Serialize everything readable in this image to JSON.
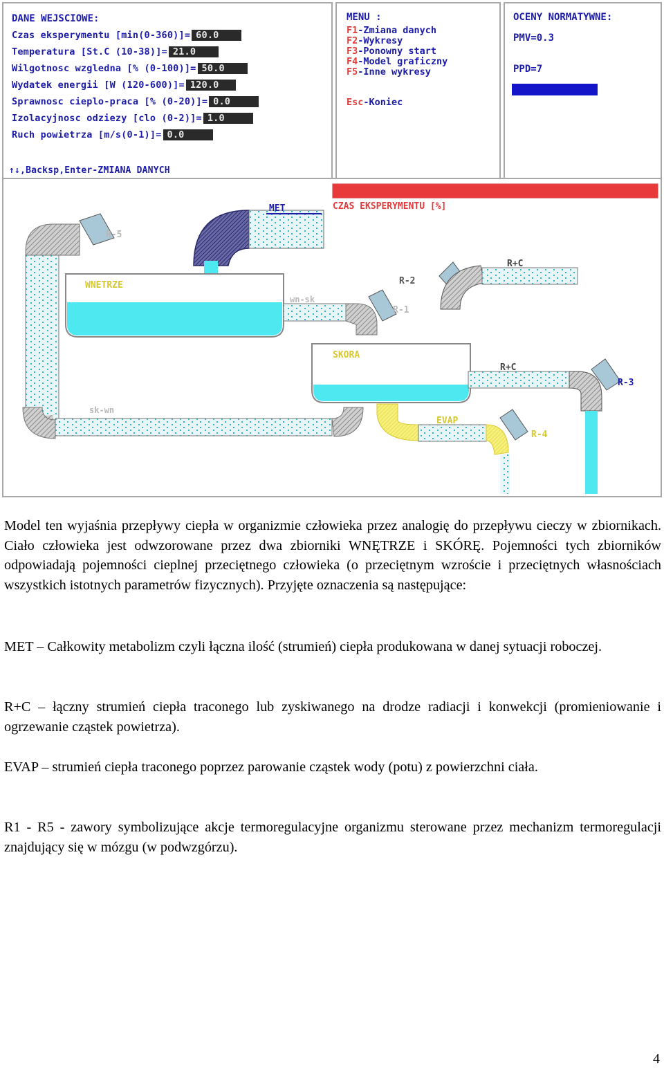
{
  "input_panel": {
    "title": "DANE WEJSCIOWE:",
    "rows": [
      {
        "label": "Czas eksperymentu [min(0-360)]=",
        "value": "60.0"
      },
      {
        "label": "Temperatura [St.C (10-38)]=",
        "value": "21.0"
      },
      {
        "label": "Wilgotnosc wzgledna [% (0-100)]=",
        "value": "50.0"
      },
      {
        "label": "Wydatek energii [W (120-600)]=",
        "value": "120.0"
      },
      {
        "label": "Sprawnosc cieplo-praca [% (0-20)]=",
        "value": "0.0"
      },
      {
        "label": "Izolacyjnosc odziezy [clo (0-2)]=",
        "value": "1.0"
      },
      {
        "label": "Ruch powietrza [m/s(0-1)]=",
        "value": "0.0"
      }
    ],
    "hint": "↑↓,Backsp,Enter-ZMIANA DANYCH"
  },
  "menu_panel": {
    "title": "MENU :",
    "items": [
      {
        "key": "F1",
        "label": "-Zmiana danych"
      },
      {
        "key": "F2",
        "label": "-Wykresy"
      },
      {
        "key": "F3",
        "label": "-Ponowny start"
      },
      {
        "key": "F4",
        "label": "-Model graficzny"
      },
      {
        "key": "F5",
        "label": "-Inne wykresy"
      },
      {
        "key": "Esc",
        "label": "-Koniec"
      }
    ]
  },
  "norm_panel": {
    "title": "OCENY NORMATYWNE:",
    "pmv": "PMV=0.3",
    "ppd": "PPD=7",
    "bar_color": "#1414c8"
  },
  "model": {
    "met": "MET",
    "progress_label": "CZAS EKSPERYMENTU  [%]",
    "progress": 1.0,
    "wnetrze": "WNETRZE",
    "skora": "SKORA",
    "wn_sk": "wn-sk",
    "sk_wn": "sk-wn",
    "rc_top": "R+C",
    "rc_mid": "R+C",
    "evap": "EVAP",
    "r1": "R-1",
    "r2": "R-2",
    "r3": "R-3",
    "r4": "R-4",
    "r5": "R-5",
    "colors": {
      "water": "#4de8f0",
      "pipe_gray": "#bdbdbd",
      "dark_blue": "#4a4a8c",
      "evap_yellow": "#f7f07a",
      "label_red": "#e23a3a",
      "label_gold": "#d8c830",
      "label_blue": "#1c1ca8",
      "progress_red": "#e83a3a"
    }
  },
  "text": {
    "p1": "Model ten wyjaśnia przepływy ciepła w organizmie człowieka przez analogię do przepływu cieczy w zbiornikach. Ciało człowieka jest odwzorowane przez dwa zbiorniki WNĘTRZE i SKÓRĘ. Pojemności tych zbiorników odpowiadają pojemności cieplnej przeciętnego człowieka (o przeciętnym wzroście i przeciętnych własnościach wszystkich istotnych parametrów fizycznych). Przyjęte oznaczenia są następujące:",
    "p2": "MET – Całkowity metabolizm czyli łączna ilość (strumień) ciepła produkowana w danej sytuacji roboczej.",
    "p3": "R+C – łączny strumień ciepła traconego lub zyskiwanego na drodze radiacji i konwekcji (promieniowanie i ogrzewanie cząstek powietrza).",
    "p4": "EVAP – strumień ciepła traconego poprzez parowanie cząstek wody (potu) z powierzchni ciała.",
    "p5": "R1 - R5 - zawory symbolizujące akcje termoregulacyjne organizmu sterowane przez mechanizm termoregulacji znajdujący się w mózgu (w podwzgórzu).",
    "page_number": "4"
  }
}
